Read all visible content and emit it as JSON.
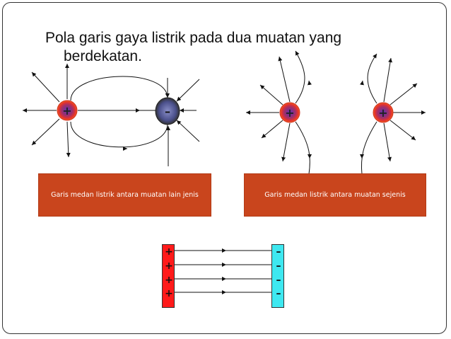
{
  "title_line1": "Pola garis gaya listrik pada dua muatan yang",
  "title_line2": "berdekatan.",
  "caption_left": "Garis medan listrik antara muatan lain jenis",
  "caption_right": "Garis medan listrik antara muatan sejenis",
  "charges": {
    "left_pair": [
      "+",
      "–"
    ],
    "right_pair": [
      "+",
      "+"
    ]
  },
  "plates": {
    "positive_signs": [
      "+",
      "+",
      "+",
      "+"
    ],
    "negative_signs": [
      "–",
      "–",
      "–",
      "–"
    ]
  },
  "colors": {
    "caption_bg": "#c9451d",
    "positive_plate": "#ff1a1a",
    "negative_plate": "#3ee8f0",
    "charge_ring": "#e8322a",
    "charge_core": "#6b3fb0",
    "negative_charge": "#4a4f8a"
  }
}
